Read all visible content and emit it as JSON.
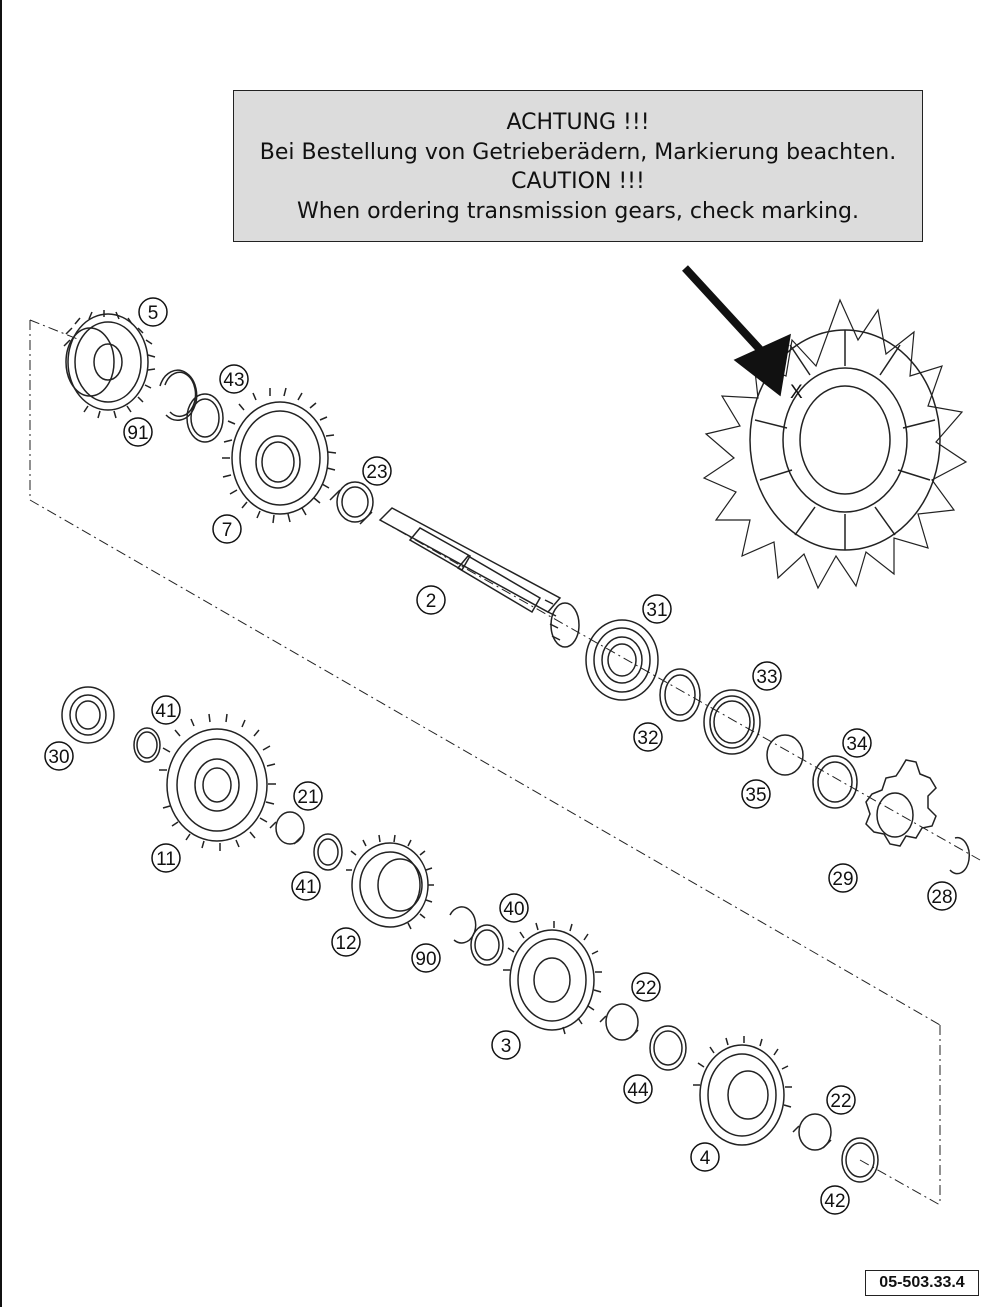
{
  "notice": {
    "line1": "ACHTUNG !!!",
    "line2": "Bei Bestellung von Getrieberädern, Markierung beachten.",
    "line3": "CAUTION !!!",
    "line4": "When ordering transmission gears, check marking."
  },
  "detail_mark": "X",
  "reference_code": "05-503.33.4",
  "callouts": [
    "5",
    "91",
    "43",
    "7",
    "23",
    "2",
    "31",
    "32",
    "33",
    "35",
    "34",
    "29",
    "28",
    "30",
    "41",
    "11",
    "21",
    "41",
    "12",
    "90",
    "40",
    "3",
    "22",
    "44",
    "4",
    "22",
    "42"
  ]
}
